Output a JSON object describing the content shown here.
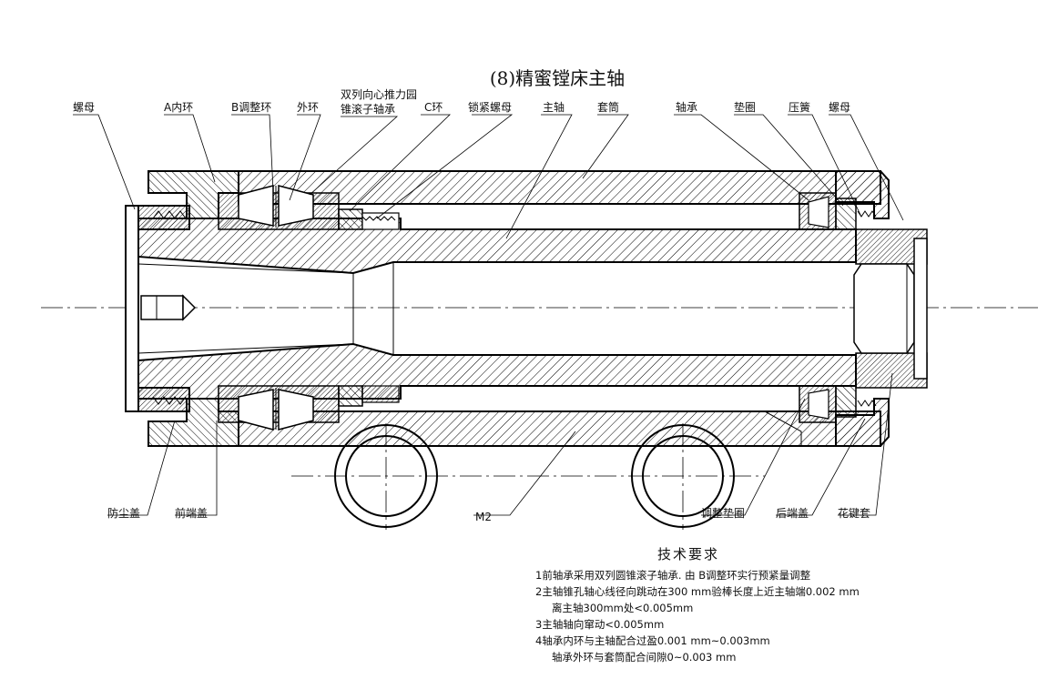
{
  "title": "(8)精蜜镗床主轴",
  "labels": {
    "nut_left": "螺母",
    "a_inner_ring": "A内环",
    "b_adjust_ring": "B调整环",
    "outer_ring": "外环",
    "bearing_line1": "双列向心推力园",
    "bearing_line2": "锥滚子轴承",
    "c_ring": "C环",
    "lock_nut": "锁紧螺母",
    "spindle": "主轴",
    "sleeve": "套筒",
    "bearing": "轴承",
    "washer": "垫圈",
    "spring": "压簧",
    "nut_right": "螺母",
    "dust_cover": "防尘盖",
    "front_cover": "前端盖",
    "m2": "M2",
    "adjust_washer": "调整垫圈",
    "rear_cover": "后端盖",
    "spline_sleeve": "花键套"
  },
  "requirements": {
    "heading": "技术要求",
    "lines": [
      "1前轴承采用双列圆锥滚子轴承. 由 B调整环实行预紧量调整",
      "2主轴锥孔轴心线径向跳动在300 mm验棒长度上近主轴端0.002 mm",
      "离主轴300mm处<0.005mm",
      "3主轴轴向窜动<0.005mm",
      "4轴承内环与主轴配合过盈0.001 mm~0.003mm",
      "轴承外环与套筒配合间隙0~0.003 mm"
    ]
  }
}
